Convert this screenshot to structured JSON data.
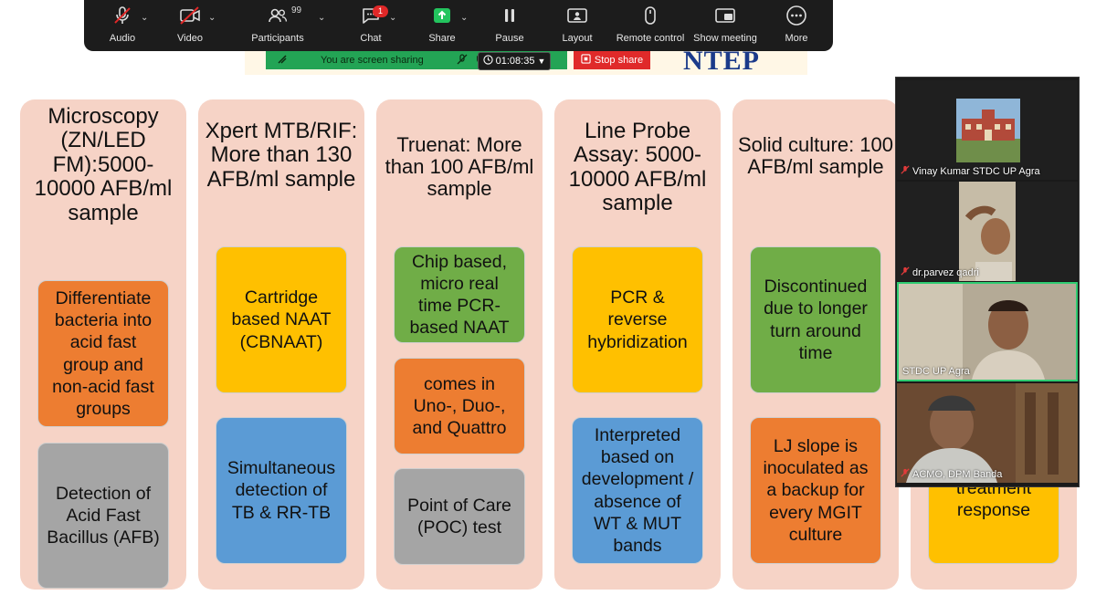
{
  "toolbar": {
    "audio": "Audio",
    "video": "Video",
    "participants": "Participants",
    "participants_count": "99",
    "chat": "Chat",
    "chat_badge": "1",
    "share": "Share",
    "pause": "Pause",
    "layout": "Layout",
    "remote_control": "Remote control",
    "show_meeting": "Show meeting",
    "more": "More"
  },
  "share_bar": {
    "status": "You are screen sharing",
    "timer": "01:08:35",
    "stop": "Stop share"
  },
  "slide": {
    "brand_partial": "NTEP",
    "columns": [
      {
        "title": "Microscopy (ZN/LED FM):5000-10000 AFB/ml sample",
        "boxes": [
          {
            "text": "Differentiate bacteria into acid fast group and non-acid fast groups",
            "color": "#ed7d31"
          },
          {
            "text": "Detection of Acid Fast Bacillus (AFB)",
            "color": "#a5a5a5"
          }
        ]
      },
      {
        "title": "Xpert MTB/RIF: More than 130 AFB/ml sample",
        "boxes": [
          {
            "text": "Cartridge based NAAT (CBNAAT)",
            "color": "#ffc000"
          },
          {
            "text": "Simultaneous detection of TB & RR-TB",
            "color": "#5b9bd5"
          }
        ]
      },
      {
        "title": "Truenat: More than 100 AFB/ml sample",
        "boxes": [
          {
            "text": "Chip based, micro real time PCR-based NAAT",
            "color": "#70ad47"
          },
          {
            "text": "comes in Uno-, Duo-, and Quattro",
            "color": "#ed7d31"
          },
          {
            "text": "Point of Care (POC) test",
            "color": "#a5a5a5"
          }
        ]
      },
      {
        "title": "Line Probe Assay: 5000-10000 AFB/ml sample",
        "boxes": [
          {
            "text": "PCR & reverse hybridization",
            "color": "#ffc000"
          },
          {
            "text": "Interpreted based on development / absence of WT & MUT bands",
            "color": "#5b9bd5"
          }
        ]
      },
      {
        "title": "Solid culture: 100 AFB/ml sample",
        "boxes": [
          {
            "text": "Discontinued due to longer turn around time",
            "color": "#70ad47"
          },
          {
            "text": "LJ slope is inoculated as a backup for every MGIT culture",
            "color": "#ed7d31"
          }
        ]
      },
      {
        "title": "",
        "boxes": [
          {
            "text": "treatment response",
            "color": "#ffc000"
          }
        ]
      }
    ]
  },
  "participants": [
    {
      "name": "Vinay Kumar STDC UP Agra",
      "muted": true
    },
    {
      "name": "dr.parvez qadri",
      "muted": true
    },
    {
      "name": "STDC UP Agra",
      "muted": false
    },
    {
      "name": "ACMO, DPM Banda",
      "muted": true
    }
  ],
  "colors": {
    "toolbar_bg": "#1c1c1c",
    "share_green": "#23a455",
    "stop_red": "#e02a2a",
    "column_bg": "#f6d3c6",
    "active_speaker_border": "#2ecc71"
  }
}
